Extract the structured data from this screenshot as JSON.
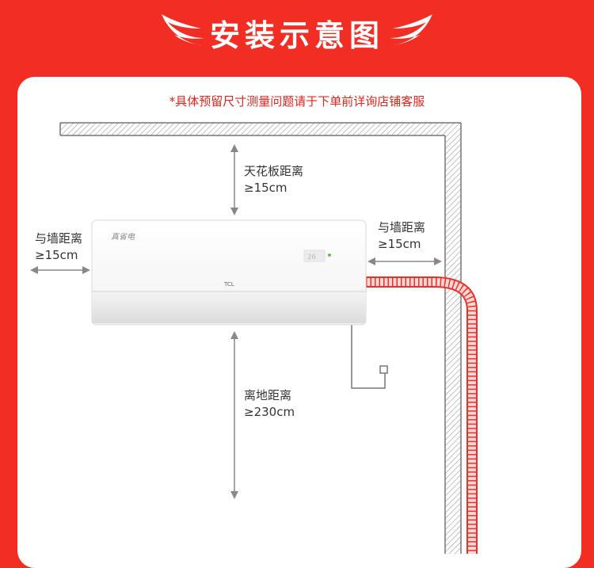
{
  "header": {
    "title": "安装示意图"
  },
  "note": "*具体预留尺寸测量问题请于下单前详询店铺客服",
  "clearances": {
    "ceiling": {
      "name": "天花板距离",
      "value": "≥15cm"
    },
    "left_wall": {
      "name": "与墙距离",
      "value": "≥15cm"
    },
    "right_wall": {
      "name": "与墙距离",
      "value": "≥15cm"
    },
    "floor": {
      "name": "离地距离",
      "value": "≥230cm"
    }
  },
  "ac_unit": {
    "brand_text": "真省电",
    "logo_text": "TCL",
    "display_value": "26"
  },
  "colors": {
    "background_red": "#f22d24",
    "pipe_red": "#e8312a",
    "wall_gray": "#777777"
  }
}
